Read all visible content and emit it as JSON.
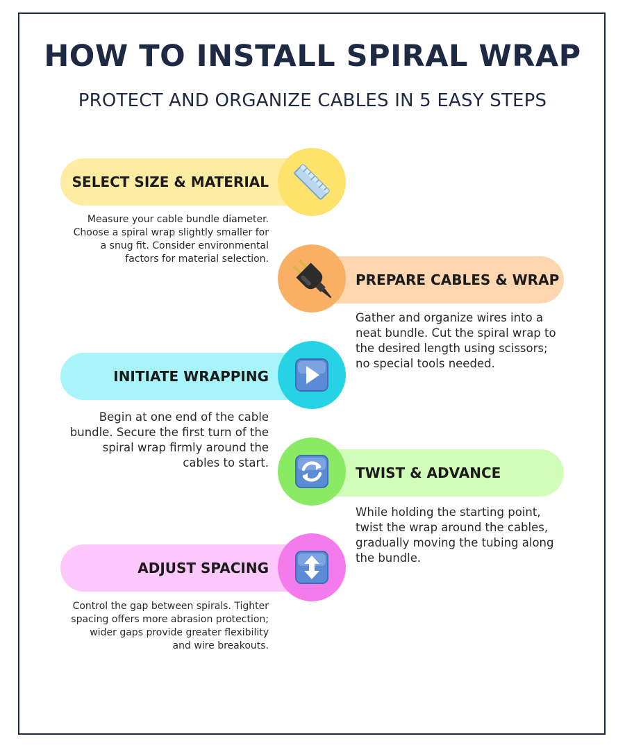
{
  "title": "HOW TO INSTALL SPIRAL WRAP",
  "subtitle": "PROTECT AND ORGANIZE CABLES IN 5 EASY STEPS",
  "steps": [
    {
      "label": "SELECT SIZE & MATERIAL",
      "description": "Measure your cable bundle diameter. Choose a spiral wrap slightly smaller for a snug fit. Consider environmental factors for material selection.",
      "icon": "ruler-icon",
      "pill_color": "#fdeca2",
      "circle_color": "#fde26c"
    },
    {
      "label": "PREPARE CABLES & WRAP",
      "description": "Gather and organize wires into a neat bundle. Cut the spiral wrap to the desired length using scissors; no special tools needed.",
      "icon": "electric-plug-icon",
      "pill_color": "#fed7b0",
      "circle_color": "#f9b064"
    },
    {
      "label": "INITIATE WRAPPING",
      "description": "Begin at one end of the cable bundle. Secure the first turn of the spiral wrap firmly around the cables to start.",
      "icon": "play-button-icon",
      "pill_color": "#a8f4fb",
      "circle_color": "#25d3e4"
    },
    {
      "label": "TWIST & ADVANCE",
      "description": "While holding the starting point, twist the wrap around the cables, gradually moving the tubing along the bundle.",
      "icon": "rotate-arrows-icon",
      "pill_color": "#d2fdb9",
      "circle_color": "#8aea64"
    },
    {
      "label": "ADJUST SPACING",
      "description": "Control the gap between spirals. Tighter spacing offers more abrasion protection; wider gaps provide greater flexibility and wire breakouts.",
      "icon": "up-down-arrow-icon",
      "pill_color": "#fcc8fb",
      "circle_color": "#f47bec"
    }
  ],
  "colors": {
    "border": "#1e2a44",
    "title": "#1e2a44",
    "icon_blue": "#5b8bd4"
  }
}
